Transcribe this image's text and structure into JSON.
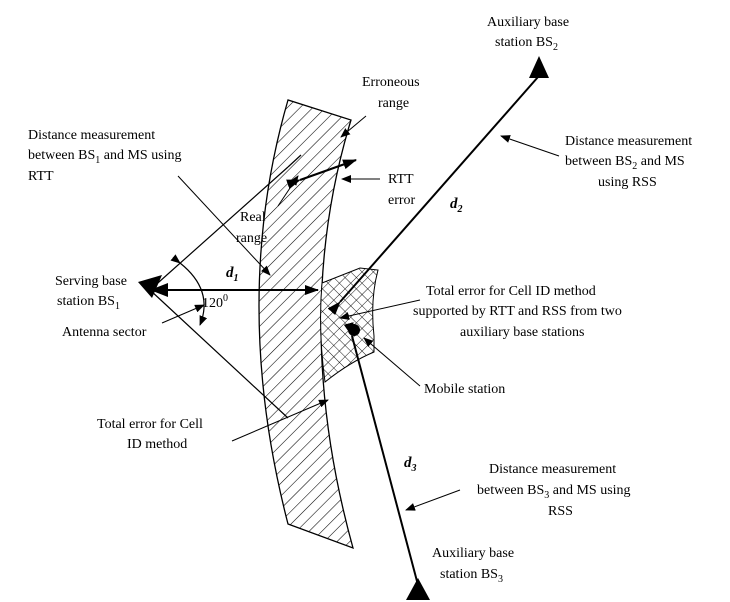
{
  "labels": {
    "bs2_line1": "Auxiliary base",
    "bs2_line2": "station BS",
    "bs2_sub": "2",
    "erroneous_line1": "Erroneous",
    "erroneous_line2": "range",
    "dm1_line1": "Distance measurement",
    "dm1_line2a": "between BS",
    "dm1_line2_sub": "1",
    "dm1_line2b": " and MS using",
    "dm1_line3": "RTT",
    "dm2_line1": "Distance measurement",
    "dm2_line2a": "between BS",
    "dm2_line2_sub": "2",
    "dm2_line2b": " and MS",
    "dm2_line3": "using RSS",
    "rtt_error_line1": "RTT",
    "rtt_error_line2": "error",
    "real_range_line1": "Real",
    "real_range_line2": "range",
    "d1": "d",
    "d1_sub": "1",
    "d2": "d",
    "d2_sub": "2",
    "d3": "d",
    "d3_sub": "3",
    "serving_line1": "Serving base",
    "serving_line2a": "station BS",
    "serving_line2_sub": "1",
    "angle": "120",
    "angle_sup": "0",
    "antenna_sector": "Antenna sector",
    "total_rtt_line1": "Total error for Cell ID method",
    "total_rtt_line2": "supported by RTT and RSS from two",
    "total_rtt_line3": "auxiliary base stations",
    "mobile_station": "Mobile station",
    "total_cell_line1": "Total error for Cell",
    "total_cell_line2": "ID method",
    "dm3_line1": "Distance measurement",
    "dm3_line2a": "between BS",
    "dm3_line2_sub": "3",
    "dm3_line2b": " and MS using",
    "dm3_line3": "RSS",
    "bs3_line1": "Auxiliary base",
    "bs3_line2": "station BS",
    "bs3_sub": "3"
  },
  "colors": {
    "stroke": "#000000",
    "background": "#ffffff"
  }
}
